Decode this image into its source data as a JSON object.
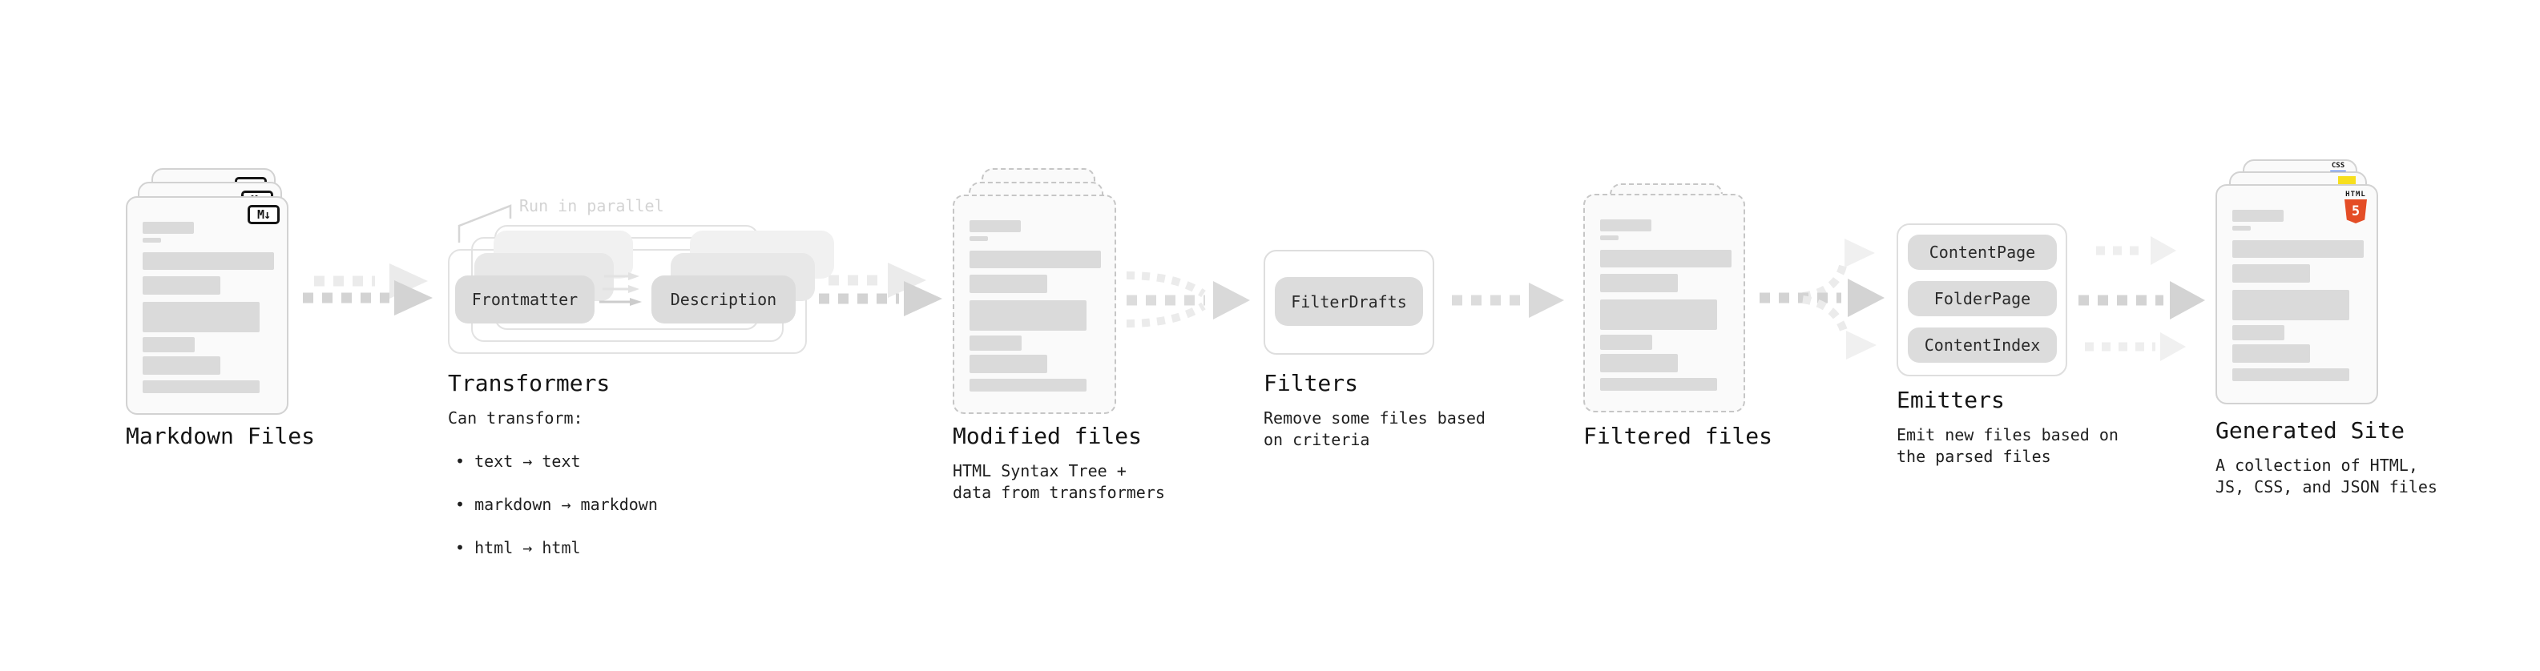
{
  "stages": {
    "markdown_files": {
      "label": "Markdown Files"
    },
    "transformers": {
      "label": "Transformers",
      "annotation": "Run in parallel",
      "pill_left": "Frontmatter",
      "pill_right": "Description",
      "desc_heading": "Can transform:",
      "bullets": [
        "• text → text",
        "• markdown → markdown",
        "• html → html"
      ]
    },
    "modified_files": {
      "label": "Modified files",
      "desc": "HTML Syntax Tree +\ndata from transformers"
    },
    "filters": {
      "label": "Filters",
      "pill": "FilterDrafts",
      "desc": "Remove some files based\non criteria"
    },
    "filtered_files": {
      "label": "Filtered files"
    },
    "emitters": {
      "label": "Emitters",
      "pills": [
        "ContentPage",
        "FolderPage",
        "ContentIndex"
      ],
      "desc": "Emit new files based on\nthe parsed files"
    },
    "generated_site": {
      "label": "Generated Site",
      "desc": "A collection of HTML,\nJS, CSS, and JSON files"
    }
  },
  "icons": {
    "markdown_glyph": "M↓",
    "html5_label": "HTML",
    "html5_glyph": "5",
    "css_label": "CSS"
  },
  "colors": {
    "html5_orange": "#e44d26",
    "js_yellow": "#f7df1e",
    "css_blue": "#2965f1",
    "arrow_gray": "#d3d3d3",
    "arrow_light": "#ebebeb"
  }
}
